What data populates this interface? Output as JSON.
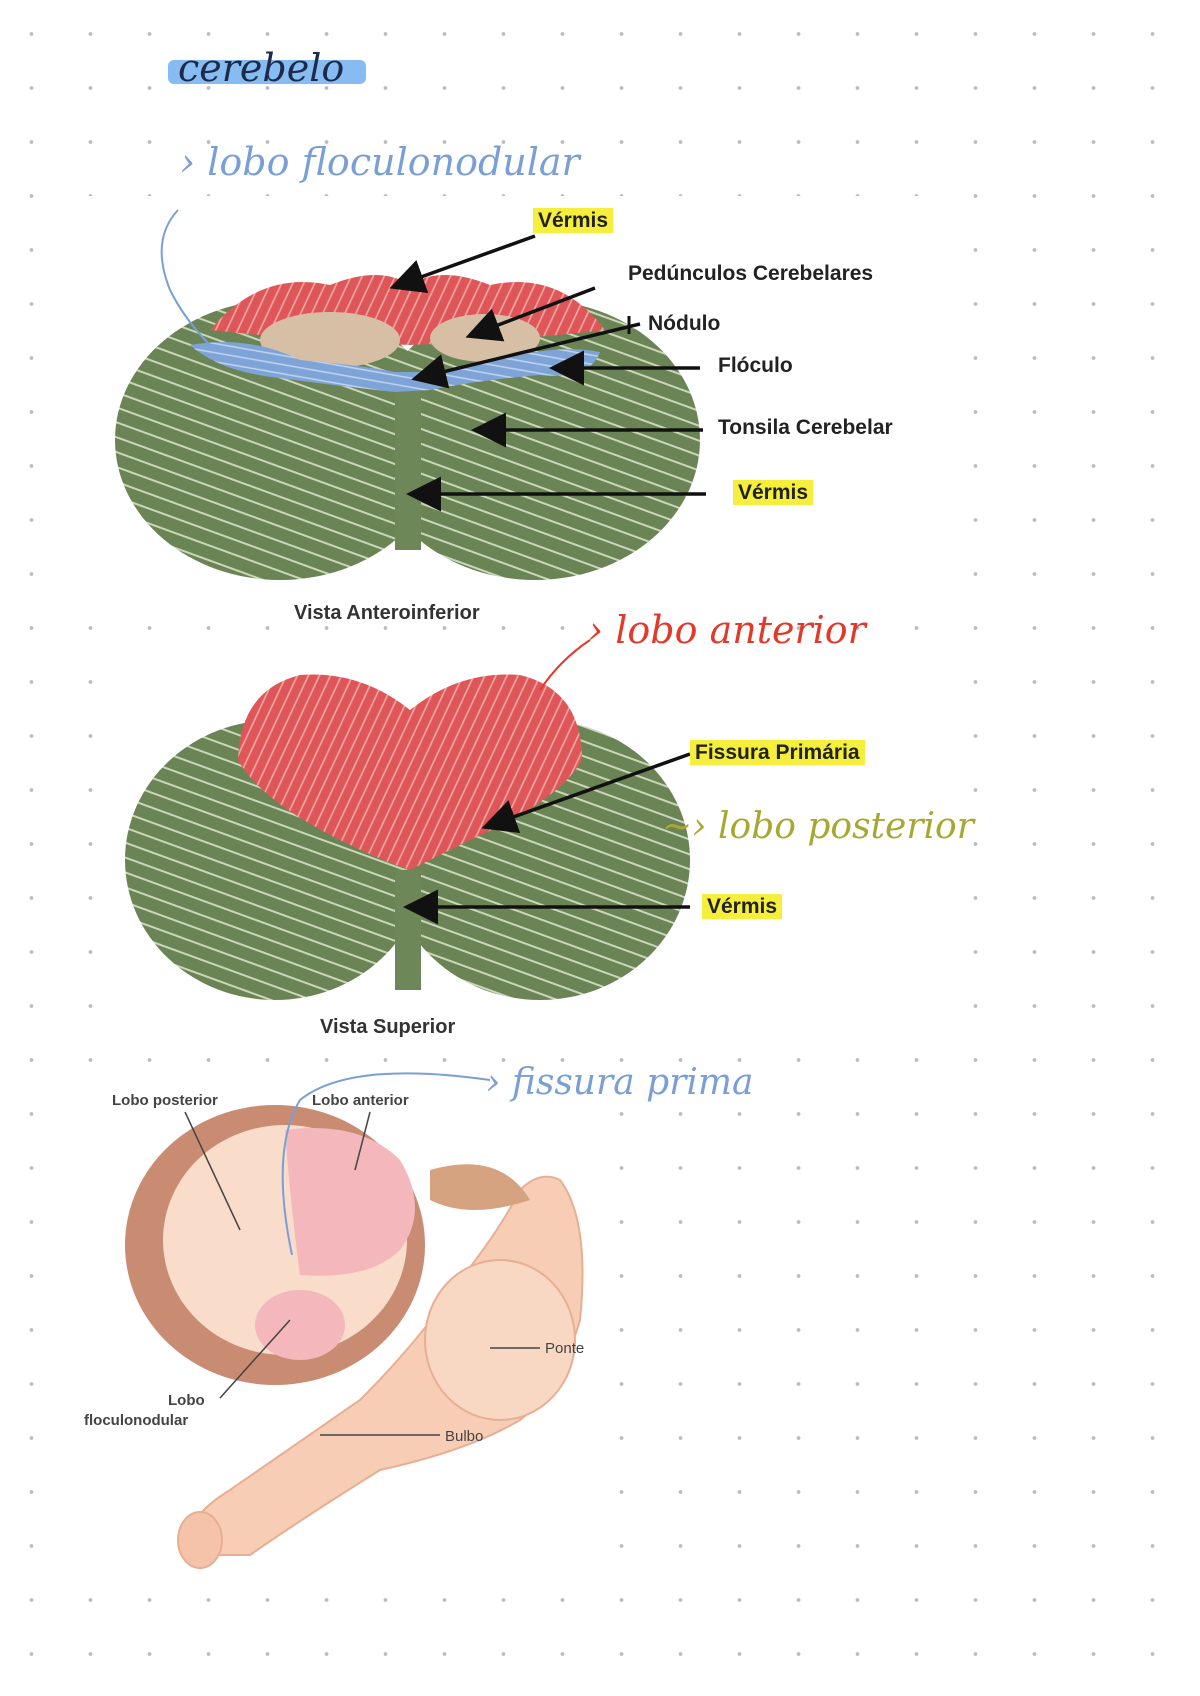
{
  "title": "cerebelo",
  "handnotes": {
    "flocculo": "› lobo floculonodular",
    "anterior": "› lobo anterior",
    "posterior": "~› lobo posterior",
    "fissura": "› fissura prima"
  },
  "figure1": {
    "labels": {
      "vermis_top": "Vérmis",
      "peduncles": "Pedúnculos Cerebelares",
      "nodule": "Nódulo",
      "flocculus": "Flóculo",
      "tonsil": "Tonsila Cerebelar",
      "vermis_bottom": "Vérmis"
    },
    "caption": "Vista Anteroinferior"
  },
  "figure2": {
    "labels": {
      "fissure": "Fissura Primária",
      "vermis": "Vérmis"
    },
    "caption": "Vista Superior"
  },
  "figure3": {
    "labels": {
      "posterior": "Lobo posterior",
      "anterior": "Lobo anterior",
      "ponte": "Ponte",
      "flocculonodular_1": "Lobo",
      "flocculonodular_2": "floculonodular",
      "bulbo": "Bulbo"
    }
  },
  "colors": {
    "red_lobe": "#e0585a",
    "green_hemisphere": "#6c8356",
    "blue_flocculus": "#7ea3d6",
    "highlight": "#f5ee3c",
    "pen_blue": "#7a9fd6",
    "pen_red": "#e23a2a",
    "pen_olive": "#a7a832"
  }
}
